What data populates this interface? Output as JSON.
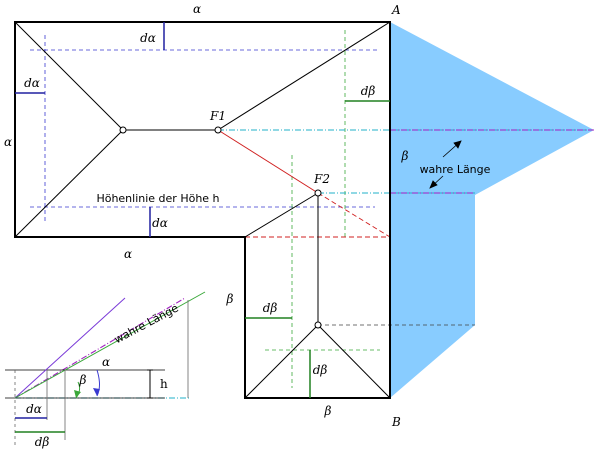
{
  "labels": {
    "alpha": "α",
    "beta": "β",
    "d_alpha": "dα",
    "d_beta": "dβ",
    "F1": "F1",
    "F2": "F2",
    "A": "A",
    "B": "B",
    "h": "h",
    "wahre_laenge": "wahre Länge",
    "hoehenlinie": "Höhenlinie der Höhe h"
  },
  "colors": {
    "outline": "#000000",
    "blue_dash": "#3a3ad0",
    "green_dash": "#3aa83a",
    "cyan_dashdot": "#20b0c8",
    "purple_dashdot": "#a020c0",
    "red_dash": "#d02020",
    "true_length_fill": "#88ccff",
    "d_alpha_mark": "#2020a0",
    "d_beta_mark": "#208020"
  }
}
